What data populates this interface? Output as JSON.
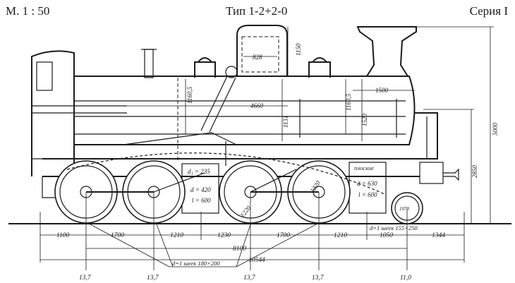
{
  "header": {
    "scale": "М. 1 : 50",
    "type": "Тип 1-2+2-0",
    "series": "Серия I"
  },
  "dimensions": {
    "dome_width": "828",
    "dome_height": "1150",
    "boiler_length": "4660",
    "smokebox_length": "1500",
    "height_left": "1160,5",
    "height_right": "1160,5",
    "boiler_dia": "1131",
    "smokebox_dia": "1520",
    "total_height": "5000",
    "boiler_axis_height": "2850",
    "bottom_spacings": [
      "1100",
      "1700",
      "1210",
      "1230",
      "1700",
      "1210",
      "1050",
      "1344"
    ],
    "wheelbase": "8100",
    "overall_length": "10544",
    "wheel_dia_1": "1220",
    "wheel_dia_2": "1220",
    "bogie_wheel_dia": "1070"
  },
  "cylinders": {
    "hp": {
      "d1": "d₁ = 235",
      "d": "d = 420",
      "l": "l = 600"
    },
    "lp": {
      "label": "плоские",
      "d": "d = 630",
      "l": "l = 600"
    }
  },
  "journals": {
    "coupled": "d=1 шеек 180×200",
    "bogie": "d=1 шеек 155×250"
  },
  "axle_loads": [
    "13,7",
    "13,7",
    "13,7",
    "13,7",
    "11,0"
  ]
}
